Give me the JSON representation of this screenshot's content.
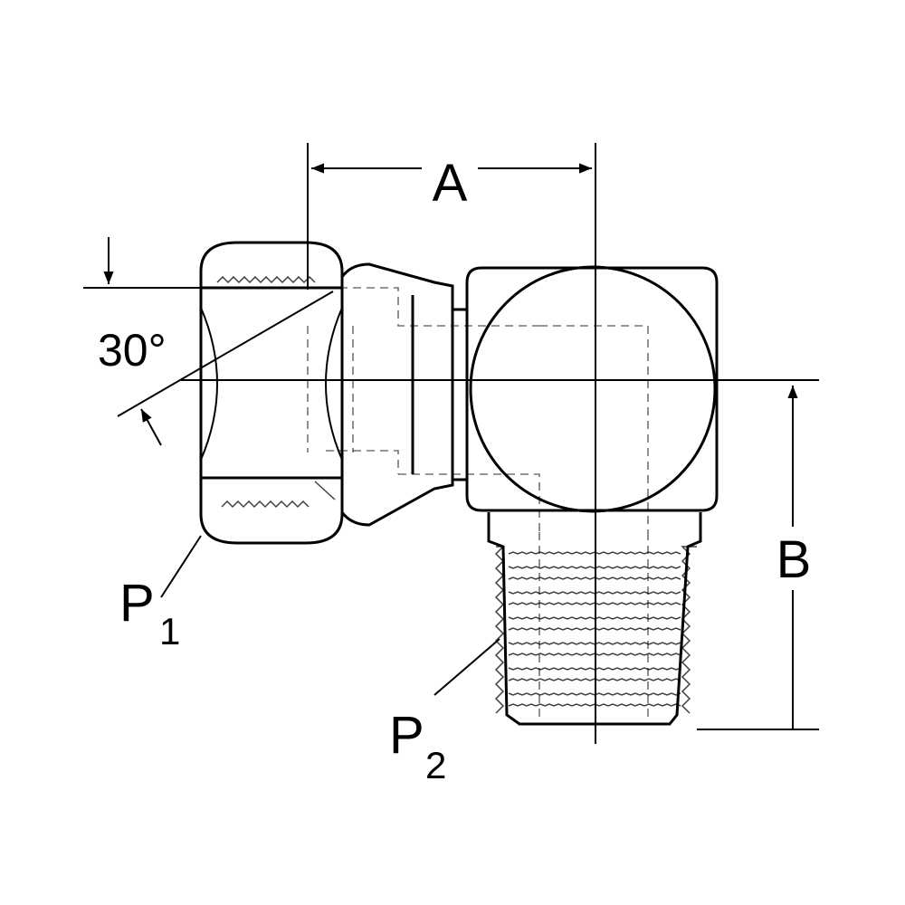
{
  "diagram": {
    "dim_a": "A",
    "dim_b": "B",
    "angle": "30°",
    "port1": {
      "letter": "P",
      "index": "1"
    },
    "port2": {
      "letter": "P",
      "index": "2"
    },
    "ink_color": "#000000",
    "background": "#ffffff"
  }
}
